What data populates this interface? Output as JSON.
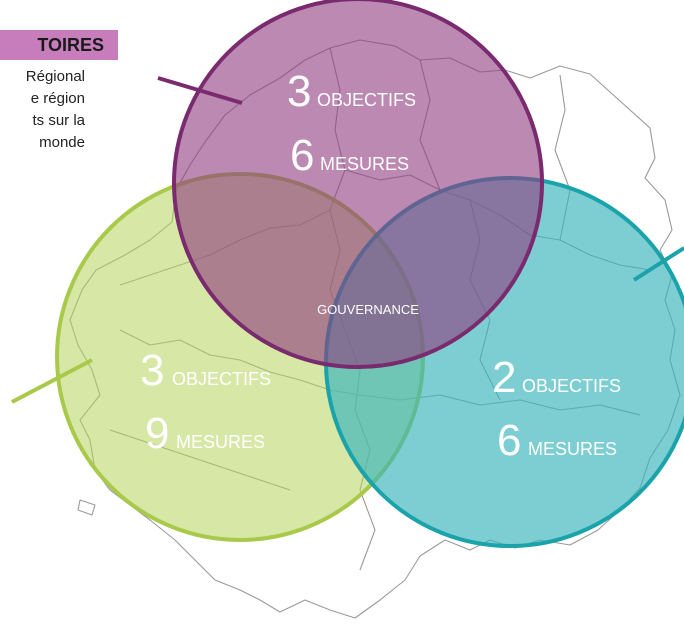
{
  "header": {
    "title_fragment": "TOIRES",
    "intro_lines": [
      "Régional",
      "e région",
      "ts sur la",
      "monde"
    ]
  },
  "circles": [
    {
      "id": "purple",
      "color": "#8f3b7f",
      "fill": "#9a4f8c",
      "objectives_num": "3",
      "objectives_word": "OBJECTIFS",
      "measures_num": "6",
      "measures_word": "MESURES"
    },
    {
      "id": "green",
      "color": "#a9c94a",
      "fill": "#b4d35c",
      "objectives_num": "3",
      "objectives_word": "OBJECTIFS",
      "measures_num": "9",
      "measures_word": "MESURES"
    },
    {
      "id": "teal",
      "color": "#1aa3aa",
      "fill": "#38b3bb",
      "objectives_num": "2",
      "objectives_word": "OBJECTIFS",
      "measures_num": "6",
      "measures_word": "MESURES"
    }
  ],
  "center_label": "GOUVERNANCE"
}
